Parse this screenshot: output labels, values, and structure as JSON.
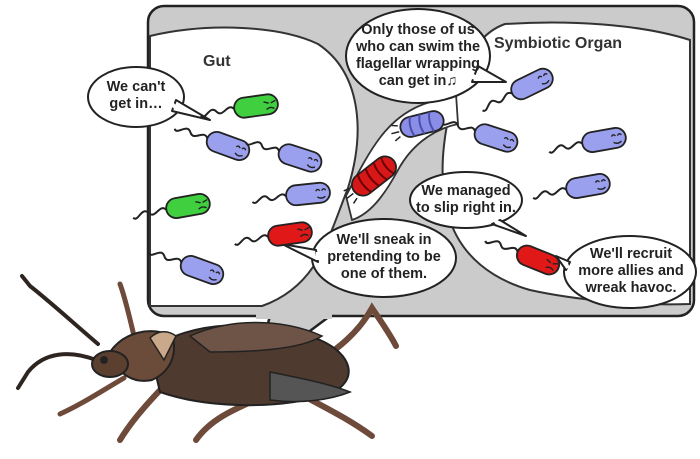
{
  "regions": {
    "gut": "Gut",
    "symbiotic_organ": "Symbiotic Organ"
  },
  "speech": {
    "cant_get_in": "We can't\nget in…",
    "only_swimmers": "Only those of us\nwho can swim the\nflagellar wrapping\ncan get in♫",
    "managed_to_slip": "We managed\nto slip right in.",
    "sneak_in": "We'll sneak in\npretending to be\none of them.",
    "recruit_allies": "We'll recruit\nmore allies and\nwreak havoc."
  },
  "colors": {
    "symbiont": "#9aa0ee",
    "rival": "#3fcf3f",
    "pathogen": "#e01818",
    "panel": "#cbcbcb",
    "bug_body": "#5a4234"
  }
}
